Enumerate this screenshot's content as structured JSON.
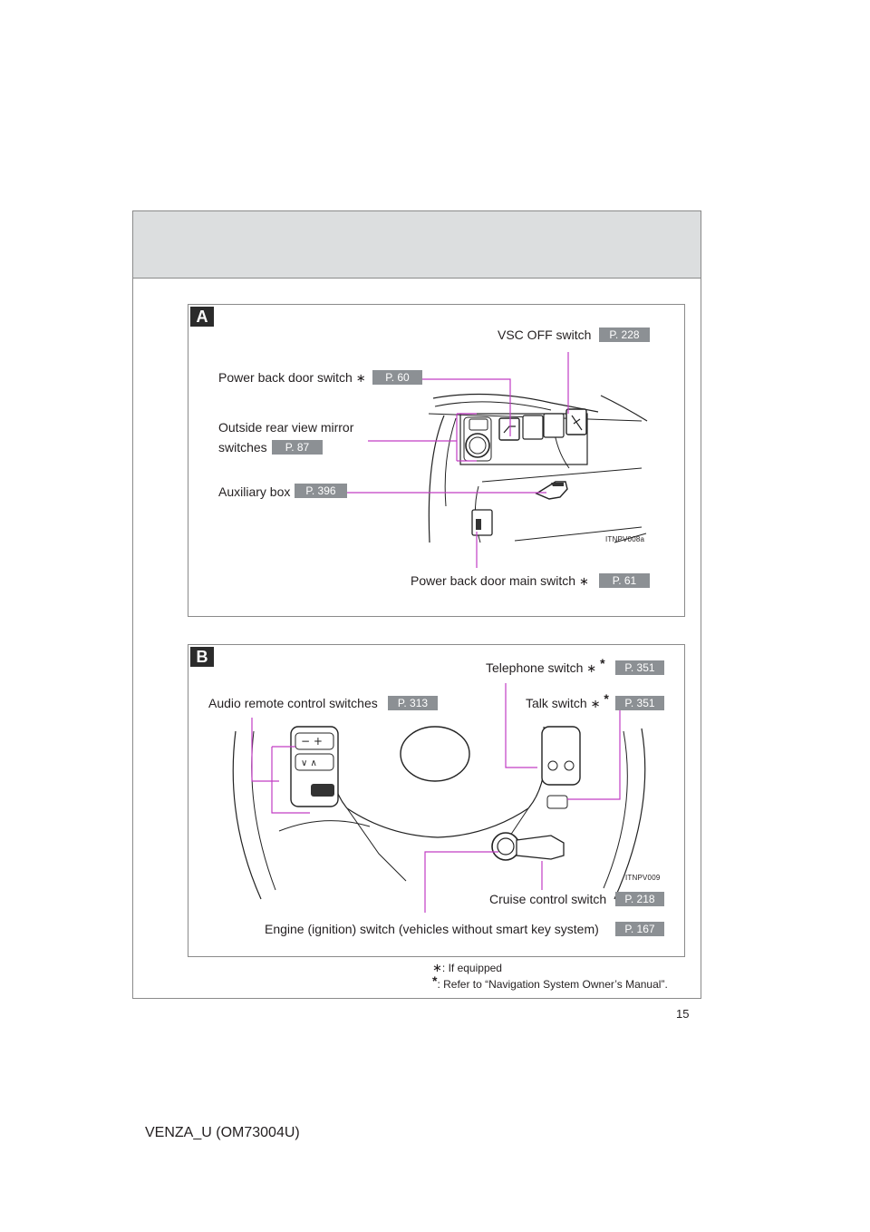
{
  "panel_a": {
    "letter": "A",
    "vsc": {
      "label": "VSC OFF switch",
      "ref": "P. 228"
    },
    "power_back_door": {
      "label": "Power back door switch",
      "ref": "P. 60"
    },
    "mirror": {
      "label_line1": "Outside rear view mirror",
      "label_line2": "switches",
      "ref": "P. 87"
    },
    "aux_box": {
      "label": "Auxiliary box",
      "ref": "P. 396"
    },
    "power_back_door_main": {
      "label": "Power back door main switch",
      "ref": "P. 61"
    },
    "illustration_code": "ITNPV008a"
  },
  "panel_b": {
    "letter": "B",
    "telephone": {
      "label": "Telephone switch",
      "ref": "P. 351"
    },
    "talk": {
      "label": "Talk switch",
      "ref": "P. 351"
    },
    "audio": {
      "label": "Audio remote control switches",
      "ref": "P. 313"
    },
    "cruise": {
      "label": "Cruise control switch",
      "ref": "P. 218"
    },
    "engine": {
      "label": "Engine (ignition) switch (vehicles without smart key system)",
      "ref": "P. 167"
    },
    "illustration_code": "ITNPV009"
  },
  "symbols": {
    "if_equipped": "∗",
    "nav_ref": "*"
  },
  "footnotes": {
    "if_equipped": ": If equipped",
    "nav_manual": ": Refer to “Navigation System Owner’s Manual”."
  },
  "page_number": "15",
  "doc_footer": "VENZA_U (OM73004U)",
  "colors": {
    "leader_line": "#c23dc4",
    "ref_badge": "#8c9094",
    "header_band": "#dcdedf"
  }
}
